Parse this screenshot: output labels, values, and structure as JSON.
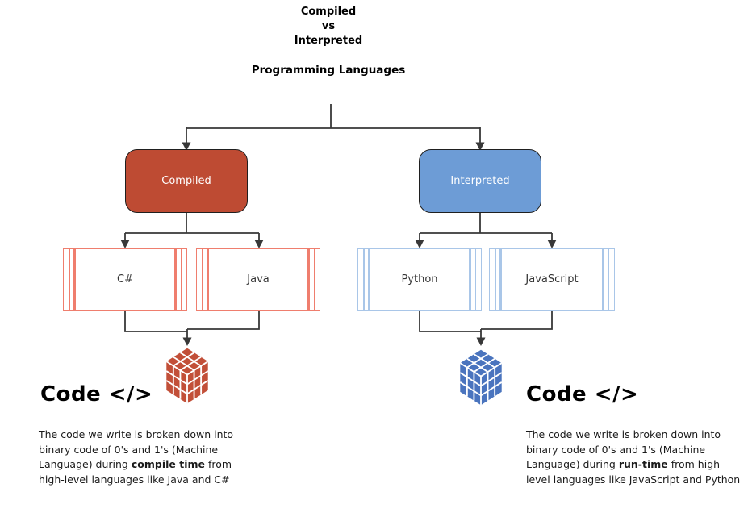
{
  "title": {
    "line1": "Compiled",
    "line2": "vs",
    "line3": "Interpreted",
    "subtitle": "Programming Languages"
  },
  "tree": {
    "root_compiled": "Compiled",
    "root_interpreted": "Interpreted",
    "compiled_children": [
      "C#",
      "Java"
    ],
    "interpreted_children": [
      "Python",
      "JavaScript"
    ]
  },
  "left_section": {
    "heading": "Code </>",
    "icon": "red-cube-icon",
    "description": {
      "before": "The code we write is broken down into binary code of 0's and 1's (Machine Language) during ",
      "bold": "compile time",
      "after": " from high-level languages like Java and C#"
    }
  },
  "right_section": {
    "heading": "Code </>",
    "icon": "blue-cube-icon",
    "description": {
      "before": "The code we write is broken down into binary code of 0's and 1's (Machine Language) during ",
      "bold": "run-time",
      "after": " from high-level languages like JavaScript and Python"
    }
  },
  "colors": {
    "compiled-fill": "#BE4B33",
    "interpreted-fill": "#6D9CD6",
    "parent-border": "#1F1F1F",
    "compiled-child-border": "#EF7E6E",
    "interpreted-child-border": "#A9C6E8",
    "connector": "#383838",
    "cube-red": "#C24F38",
    "cube-blue": "#4A74BE",
    "parent-label": "#FFFFFF",
    "child-label": "#333333",
    "text": "#1A1A1A"
  }
}
